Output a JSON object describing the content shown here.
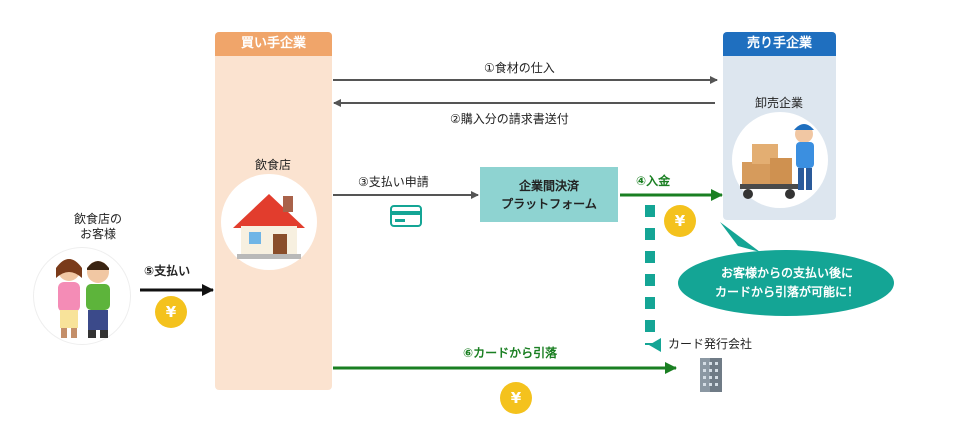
{
  "buyer": {
    "header": "買い手企業",
    "store_label": "飲食店"
  },
  "seller": {
    "header": "売り手企業",
    "wholesaler_label": "卸売企業"
  },
  "customer": {
    "label_line1": "飲食店の",
    "label_line2": "お客様"
  },
  "platform": {
    "line1": "企業間決済",
    "line2": "プラットフォーム"
  },
  "card_company": {
    "label": "カード発行会社"
  },
  "flows": {
    "step1": "①食材の仕入",
    "step2": "②購入分の請求書送付",
    "step3": "③支払い申請",
    "step4": "④入金",
    "step5": "⑤支払い",
    "step6": "⑥カードから引落"
  },
  "callout": {
    "line1": "お客様からの支払い後に",
    "line2": "カードから引落が可能に！"
  },
  "yen_symbol": "¥",
  "colors": {
    "buyer_head": "#f0a56a",
    "buyer_col": "#fbe3d0",
    "seller_head": "#1f6fbf",
    "seller_col": "#dde6ef",
    "green": "#1a7f22",
    "teal": "#14a595",
    "platform": "#8ed3d1",
    "yen": "#f4c21d"
  },
  "icons": {
    "customer": "people-icon",
    "store": "house-icon",
    "wholesaler": "delivery-worker-icon",
    "card": "credit-card-icon",
    "card_company": "building-icon"
  }
}
